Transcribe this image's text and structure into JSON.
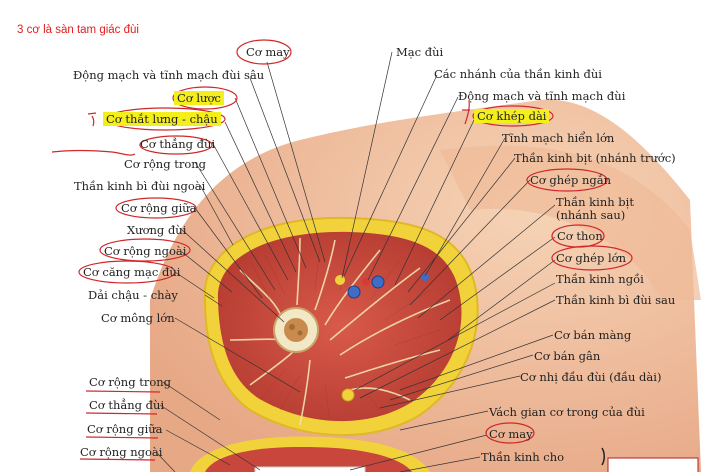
{
  "note_title": "3 cơ là sàn tam giác đùi",
  "labels": {
    "co_may_top": "Cơ may",
    "dong_mach_sau": "Động mạch và tĩnh mạch đùi sâu",
    "co_luoc": "Cơ lược",
    "co_that_lung": "Cơ thắt lưng - chậu",
    "co_thang_dui": "Cơ thẳng đùi",
    "co_rong_trong": "Cơ rộng trong",
    "than_kinh_bi_ngoai": "Thần kinh bì đùi ngoài",
    "co_rong_giua": "Cơ rộng giữa",
    "xuong_dui": "Xương đùi",
    "co_rong_ngoai": "Cơ rộng ngoài",
    "co_cang_mac_dui": "Cơ căng mạc đùi",
    "dai_chau_chay": "Dải chậu - chày",
    "co_mong_lon": "Cơ mông lớn",
    "mac_dui": "Mạc đùi",
    "nhanh_than_kinh_dui": "Các nhánh của thần kinh đùi",
    "dong_mach_dui": "Động mạch và tĩnh mạch đùi",
    "co_khep_dai": "Cơ khép dài",
    "tinh_mach_hien": "Tĩnh mạch hiển lớn",
    "than_kinh_bit_truoc": "Thần kinh bịt (nhánh trước)",
    "co_ghep_ngan": "Cơ ghép ngắn",
    "than_kinh_bit_sau_1": "Thần kinh bịt",
    "than_kinh_bit_sau_2": "(nhánh sau)",
    "co_thon": "Cơ thon",
    "co_ghep_lon": "Cơ ghép lớn",
    "than_kinh_ngoi": "Thần kinh ngồi",
    "than_kinh_bi_sau": "Thần kinh bì đùi sau",
    "co_ban_mang": "Cơ bán màng",
    "co_ban_gan": "Cơ bán gân",
    "co_nhi_dau": "Cơ nhị đầu đùi (đầu dài)",
    "vach_gian_co": "Vách gian cơ trong của đùi",
    "co_may_bottom": "Cơ may",
    "than_kinh_cho": "Thần kinh cho",
    "b_co_rong_trong": "Cơ rộng trong",
    "b_co_thang_dui": "Cơ thẳng đùi",
    "b_co_rong_giua": "Cơ rộng giữa",
    "b_co_rong_ngoai": "Cơ rộng ngoài"
  },
  "colors": {
    "muscle": "#c8463c",
    "fat": "#f2d23a",
    "skin": "#f3c9a6",
    "annotation": "#d0282a",
    "highlight": "#f4ee1a"
  }
}
